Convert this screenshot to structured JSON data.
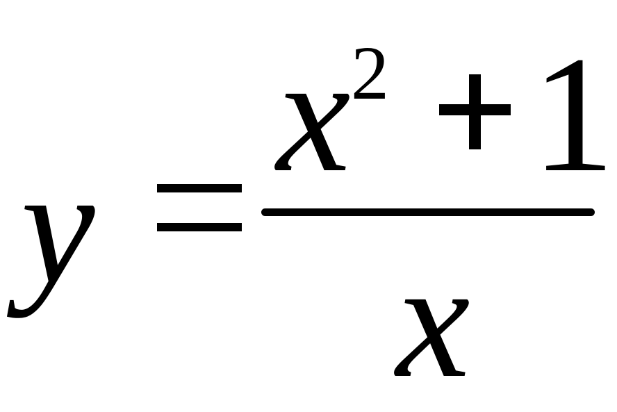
{
  "formula": {
    "lhs": "y",
    "relation": "=",
    "numerator": {
      "variable": "x",
      "exponent": "2",
      "operator": "+",
      "constant": "1"
    },
    "denominator": {
      "variable": "x"
    }
  }
}
